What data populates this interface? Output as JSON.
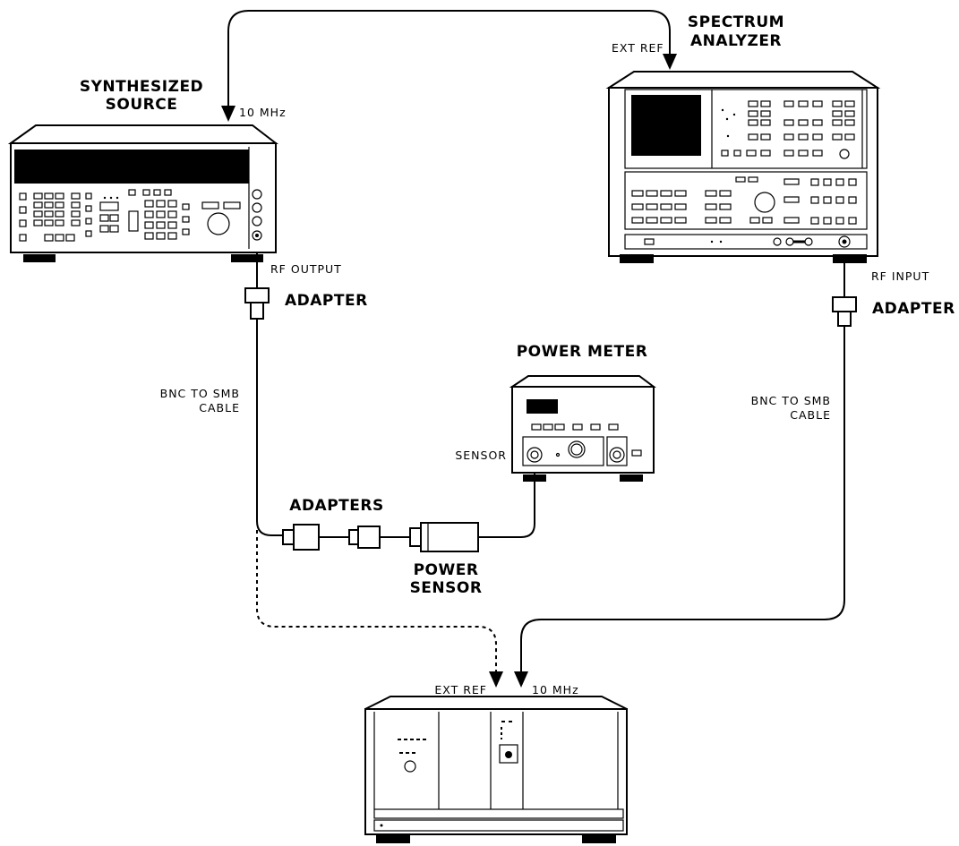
{
  "labels": {
    "synthesized_source": [
      "SYNTHESIZED",
      "SOURCE"
    ],
    "spectrum_analyzer": [
      "SPECTRUM",
      "ANALYZER"
    ],
    "ext_ref_top": "EXT REF",
    "ten_mhz_top": "10 MHz",
    "rf_output": "RF OUTPUT",
    "adapter_left": "ADAPTER",
    "rf_input": "RF INPUT",
    "adapter_right": "ADAPTER",
    "power_meter": "POWER METER",
    "bnc_left": [
      "BNC TO SMB",
      "CABLE"
    ],
    "bnc_right": [
      "BNC TO SMB",
      "CABLE"
    ],
    "sensor": "SENSOR",
    "adapters": "ADAPTERS",
    "power_sensor": [
      "POWER",
      "SENSOR"
    ],
    "ext_ref_bottom": "EXT REF",
    "ten_mhz_bottom": "10 MHz"
  }
}
